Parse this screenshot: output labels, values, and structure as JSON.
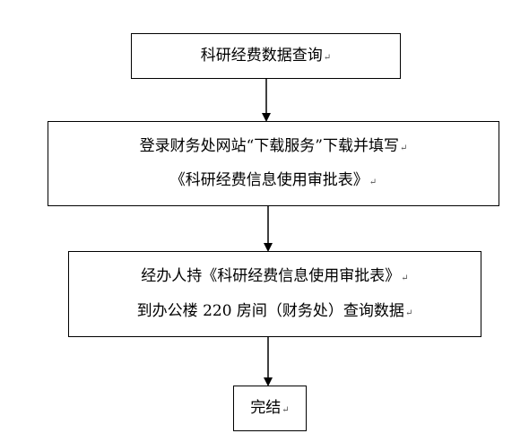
{
  "flowchart": {
    "steps": [
      {
        "lines": [
          "科研经费数据查询"
        ]
      },
      {
        "lines": [
          "登录财务处网站“下载服务”下载并填写",
          "《科研经费信息使用审批表》"
        ]
      },
      {
        "lines": [
          "经办人持《科研经费信息使用审批表》",
          "到办公楼 220 房间（财务处）查询数据"
        ]
      },
      {
        "lines": [
          "完结"
        ]
      }
    ],
    "paragraph_mark": "↵"
  }
}
